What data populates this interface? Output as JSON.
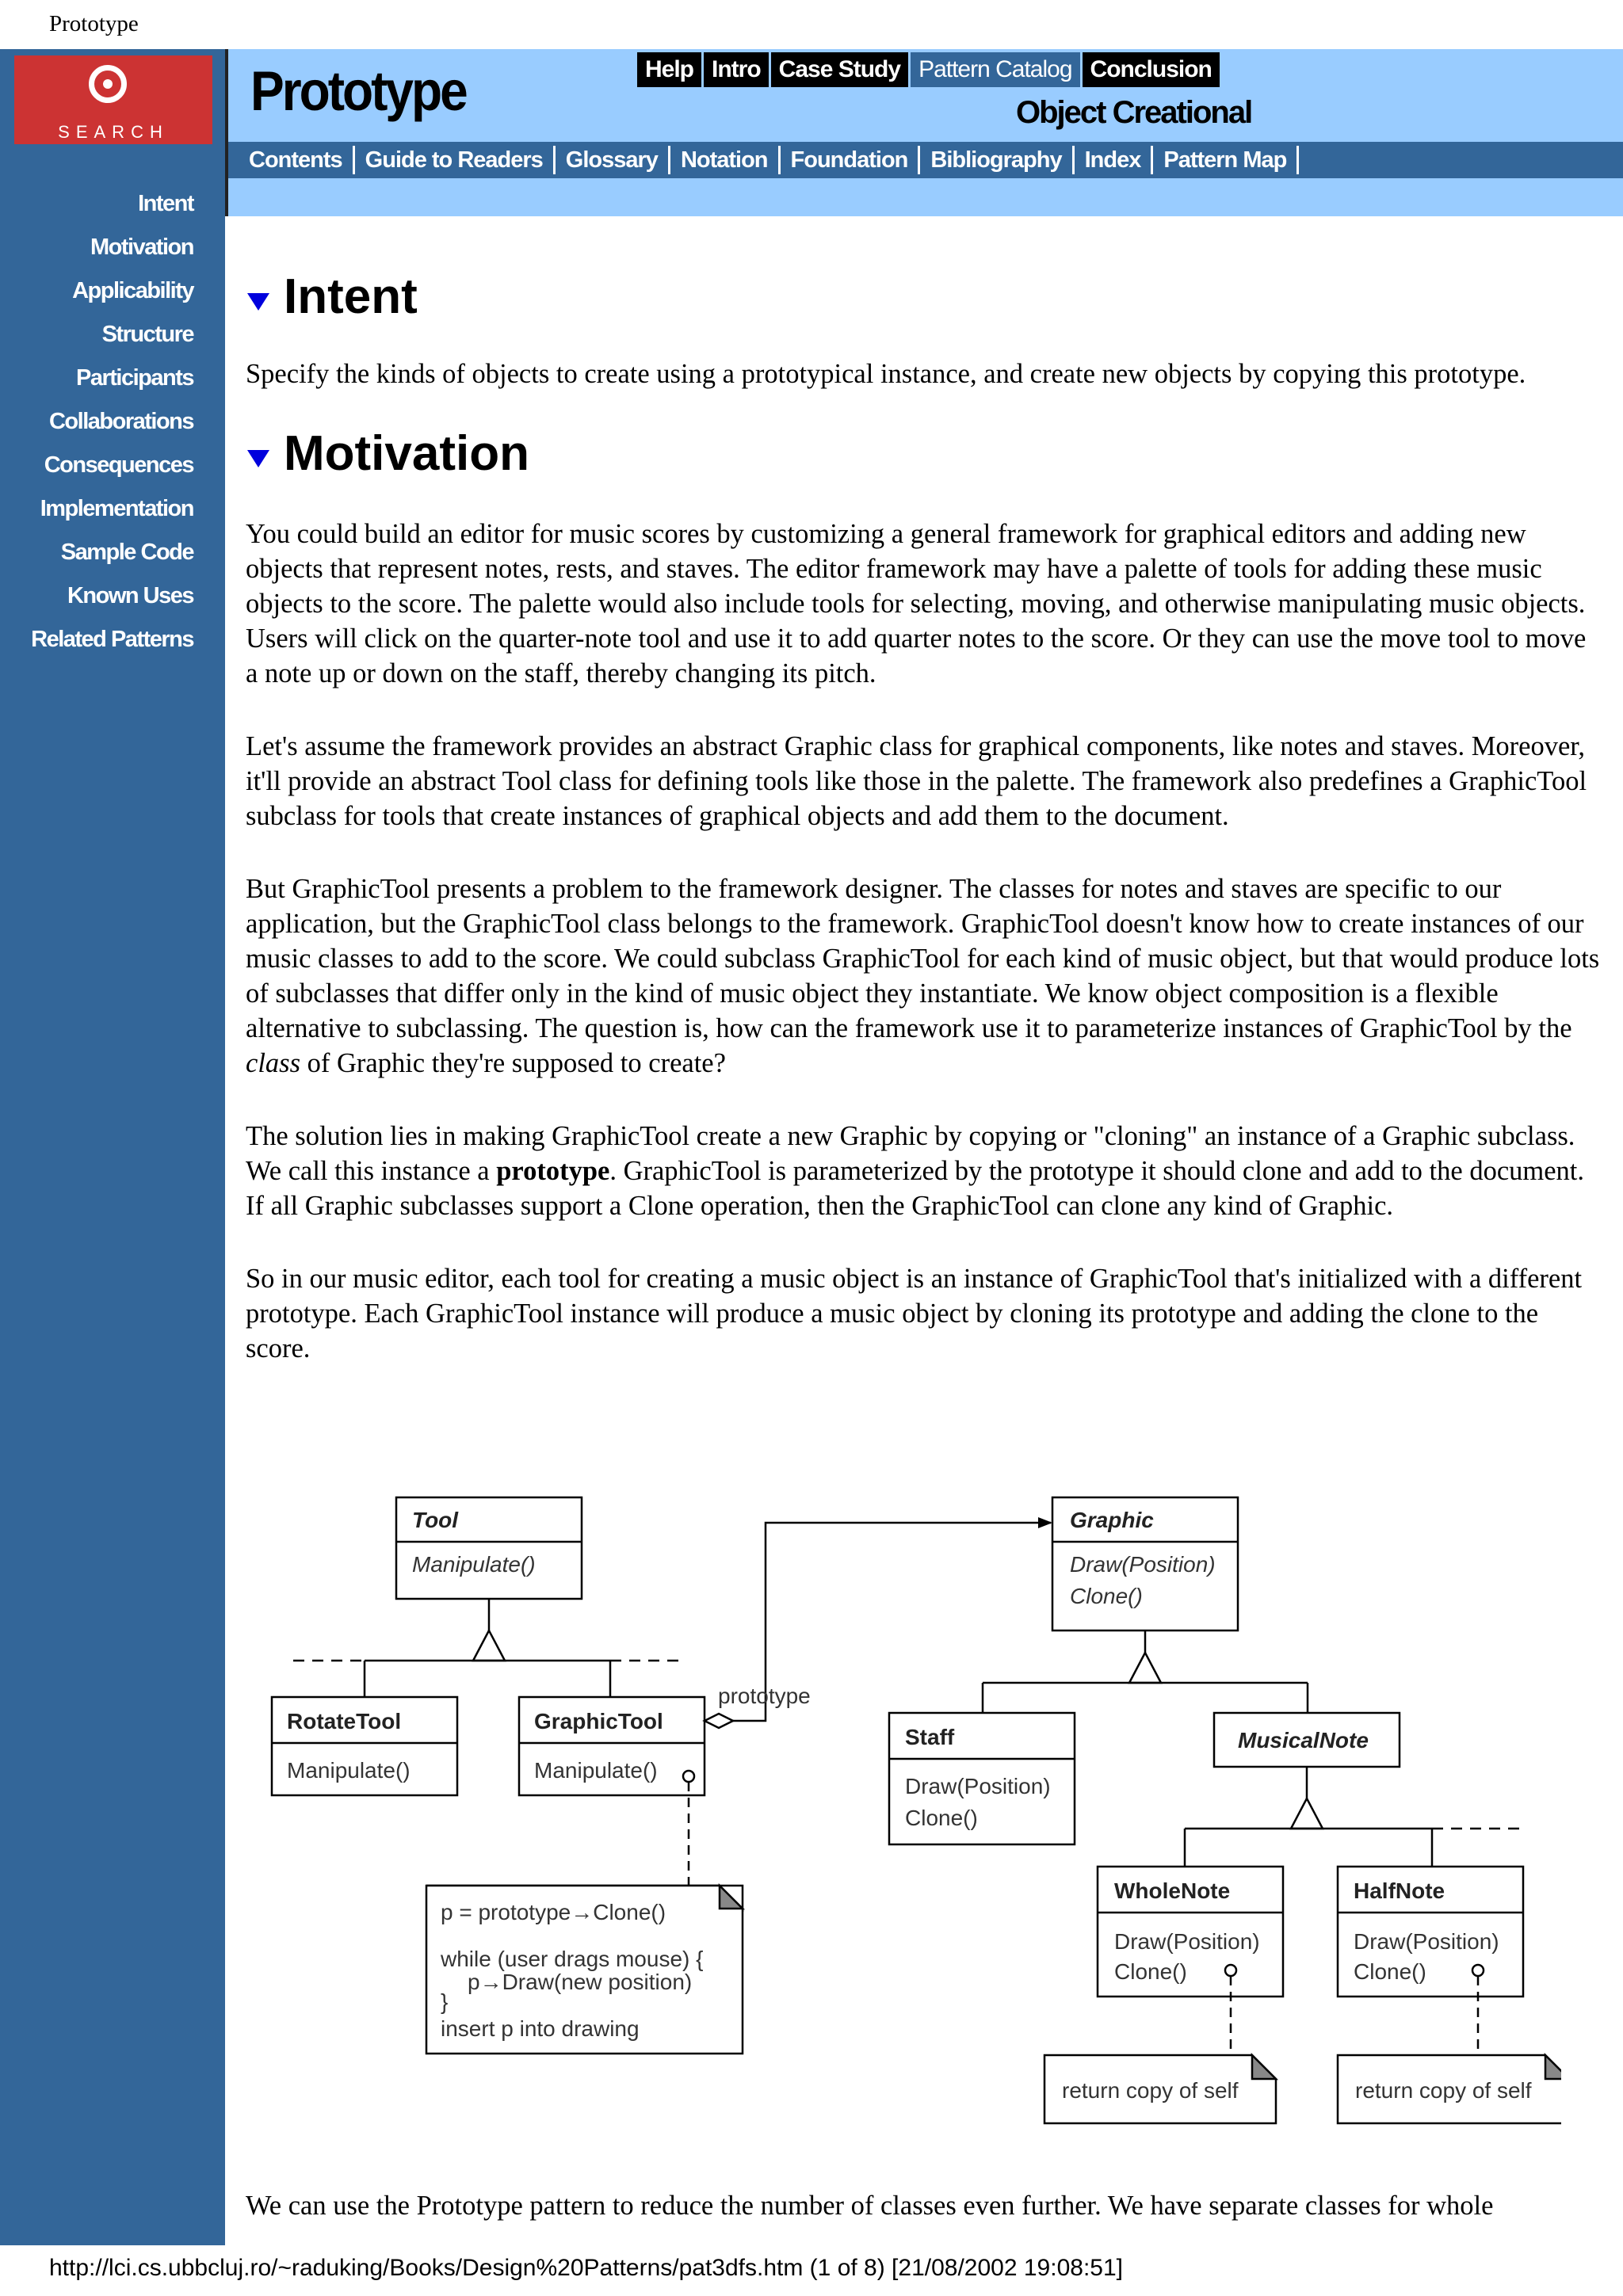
{
  "print_header": {
    "title": "Prototype"
  },
  "print_footer": {
    "text": "http://lci.cs.ubbcluj.ro/~raduking/Books/Design%20Patterns/pat3dfs.htm (1 of 8) [21/08/2002 19:08:51]"
  },
  "logo": {
    "text": "SEARCH"
  },
  "header": {
    "title": "Prototype",
    "subtitle": "Object Creational",
    "top_nav": [
      "Help",
      "Intro",
      "Case Study",
      "Pattern Catalog",
      "Conclusion"
    ],
    "active_top": "Pattern Catalog",
    "sub_nav": [
      "Contents",
      "Guide to Readers",
      "Glossary",
      "Notation",
      "Foundation",
      "Bibliography",
      "Index",
      "Pattern Map"
    ]
  },
  "sidebar": {
    "items": [
      "Intent",
      "Motivation",
      "Applicability",
      "Structure",
      "Participants",
      "Collaborations",
      "Consequences",
      "Implementation",
      "Sample Code",
      "Known Uses",
      "Related Patterns"
    ]
  },
  "intent": {
    "heading": "Intent",
    "text": "Specify the kinds of objects to create using a prototypical instance, and create new objects by copying this prototype."
  },
  "motivation": {
    "heading": "Motivation",
    "p1": "You could build an editor for music scores by customizing a general framework for graphical editors and adding new objects that represent notes, rests, and staves. The editor framework may have a palette of tools for adding these music objects to the score. The palette would also include tools for selecting, moving, and otherwise manipulating music objects. Users will click on the quarter-note tool and use it to add quarter notes to the score. Or they can use the move tool to move a note up or down on the staff, thereby changing its pitch.",
    "p2": "Let's assume the framework provides an abstract Graphic class for graphical components, like notes and staves. Moreover, it'll provide an abstract Tool class for defining tools like those in the palette. The framework also predefines a GraphicTool subclass for tools that create instances of graphical objects and add them to the document.",
    "p3_a": "But GraphicTool presents a problem to the framework designer. The classes for notes and staves are specific to our application, but the GraphicTool class belongs to the framework. GraphicTool doesn't know how to create instances of our music classes to add to the score. We could subclass GraphicTool for each kind of music object, but that would produce lots of subclasses that differ only in the kind of music object they instantiate. We know object composition is a flexible alternative to subclassing. The question is, how can the framework use it to parameterize instances of GraphicTool by the ",
    "p3_em": "class",
    "p3_b": " of Graphic they're supposed to create?",
    "p4_a": "The solution lies in making GraphicTool create a new Graphic by copying or \"cloning\" an instance of a Graphic subclass. We call this instance a ",
    "p4_strong": "prototype",
    "p4_b": ". GraphicTool is parameterized by the prototype it should clone and add to the document. If all Graphic subclasses support a Clone operation, then the GraphicTool can clone any kind of Graphic.",
    "p5": "So in our music editor, each tool for creating a music object is an instance of GraphicTool that's initialized with a different prototype. Each GraphicTool instance will produce a music object by cloning its prototype and adding the clone to the score.",
    "p6": "We can use the Prototype pattern to reduce the number of classes even further. We have separate classes for whole"
  },
  "diagram": {
    "tool": {
      "name": "Tool",
      "op": "Manipulate()"
    },
    "rotate": {
      "name": "RotateTool",
      "op": "Manipulate()"
    },
    "gtool": {
      "name": "GraphicTool",
      "op": "Manipulate()"
    },
    "prototype_label": "prototype",
    "graphic": {
      "name": "Graphic",
      "op1": "Draw(Position)",
      "op2": "Clone()"
    },
    "staff": {
      "name": "Staff",
      "op1": "Draw(Position)",
      "op2": "Clone()"
    },
    "musical": {
      "name": "MusicalNote"
    },
    "whole": {
      "name": "WholeNote",
      "op1": "Draw(Position)",
      "op2": "Clone()"
    },
    "half": {
      "name": "HalfNote",
      "op1": "Draw(Position)",
      "op2": "Clone()"
    },
    "note_code": [
      "p = prototype→Clone()",
      "while (user drags mouse) {",
      "p→Draw(new position)",
      "}",
      "insert p into drawing"
    ],
    "note_whole": "return copy of self",
    "note_half": "return copy of self"
  }
}
